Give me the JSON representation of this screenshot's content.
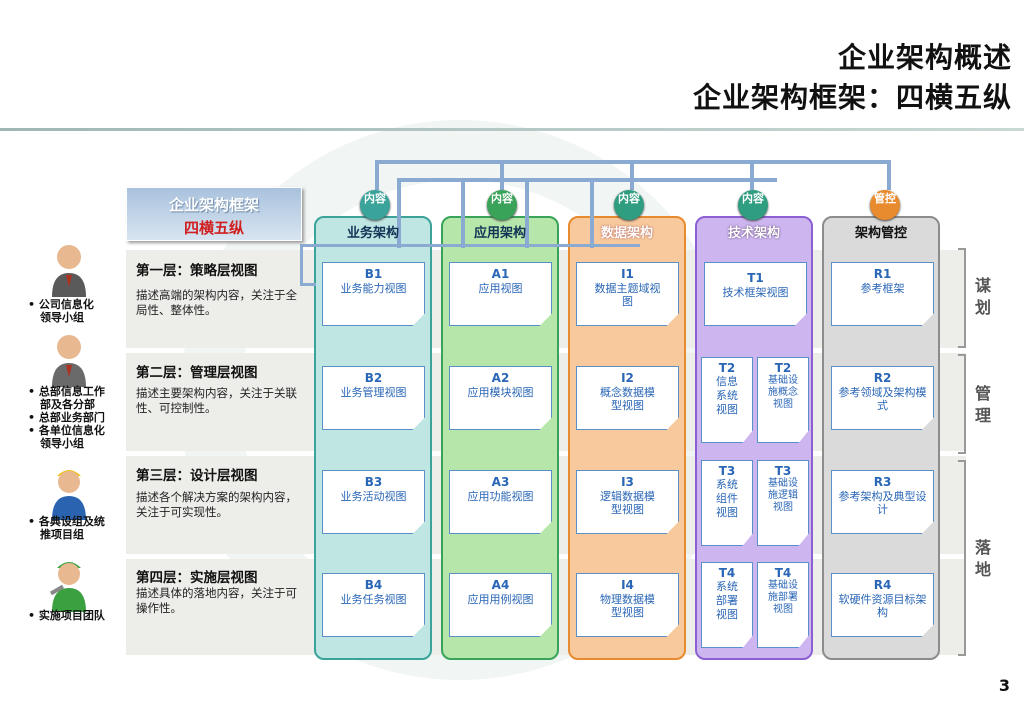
{
  "title": {
    "line1": "企业架构概述",
    "line2": "企业架构框架：四横五纵"
  },
  "framework_box": {
    "line1": "企业架构框架",
    "line2": "四横五纵"
  },
  "columns": [
    {
      "header": "业务架构",
      "badge": "内容",
      "color": "#3aa39a",
      "bg": "#bfe6e2"
    },
    {
      "header": "应用架构",
      "badge": "内容",
      "color": "#3aa35a",
      "bg": "#b6e6a9"
    },
    {
      "header": "数据架构",
      "badge": "内容",
      "color": "#e88a2e",
      "bg": "#f7c99c"
    },
    {
      "header": "技术架构",
      "badge": "内容",
      "color": "#8c5fd2",
      "bg": "#cdb6f0"
    },
    {
      "header": "架构管控",
      "badge": "管控",
      "color": "#7b7b7b",
      "bg": "#dadada"
    }
  ],
  "layers": [
    {
      "title": "第一层：策略层视图",
      "desc": "描述高端的架构内容，关注于全局性、整体性。"
    },
    {
      "title": "第二层：管理层视图",
      "desc": "描述主要架构内容，关注于关联性、可控制性。"
    },
    {
      "title": "第三层：设计层视图",
      "desc": "描述各个解决方案的架构内容，关注于可实现性。"
    },
    {
      "title": "第四层：实施层视图",
      "desc": "描述具体的落地内容，关注于可操作性。"
    }
  ],
  "cards": {
    "B": [
      [
        "B1",
        "业务能力视图"
      ],
      [
        "B2",
        "业务管理视图"
      ],
      [
        "B3",
        "业务活动视图"
      ],
      [
        "B4",
        "业务任务视图"
      ]
    ],
    "A": [
      [
        "A1",
        "应用视图"
      ],
      [
        "A2",
        "应用模块视图"
      ],
      [
        "A3",
        "应用功能视图"
      ],
      [
        "A4",
        "应用用例视图"
      ]
    ],
    "I": [
      [
        "I1",
        "数据主题域视图"
      ],
      [
        "I2",
        "概念数据模型视图"
      ],
      [
        "I3",
        "逻辑数据模型视图"
      ],
      [
        "I4",
        "物理数据模型视图"
      ]
    ],
    "T1": [
      "T1",
      "技术框架视图"
    ],
    "T_split": [
      [
        [
          "T2",
          "信息系统视图"
        ],
        [
          "T2",
          "基础设施概念视图"
        ]
      ],
      [
        [
          "T3",
          "系统组件视图"
        ],
        [
          "T3",
          "基础设施逻辑视图"
        ]
      ],
      [
        [
          "T4",
          "系统部署视图"
        ],
        [
          "T4",
          "基础设施部署视图"
        ]
      ]
    ],
    "R": [
      [
        "R1",
        "参考框架"
      ],
      [
        "R2",
        "参考领域及架构模式"
      ],
      [
        "R3",
        "参考架构及典型设计"
      ],
      [
        "R4",
        "软硬件资源目标架构"
      ]
    ]
  },
  "right_labels": [
    {
      "text": "谋划"
    },
    {
      "text": "管理"
    },
    {
      "text": "落地"
    }
  ],
  "people": [
    {
      "lines": [
        "公司信息化",
        "领导小组"
      ]
    },
    {
      "lines": [
        "总部信息工作",
        "部及各分部",
        "总部业务部门",
        "各单位信息化",
        "领导小组"
      ]
    },
    {
      "lines": [
        "各典设组及统",
        "推项目组"
      ]
    },
    {
      "lines": [
        "实施项目团队"
      ]
    }
  ],
  "page_number": "3"
}
